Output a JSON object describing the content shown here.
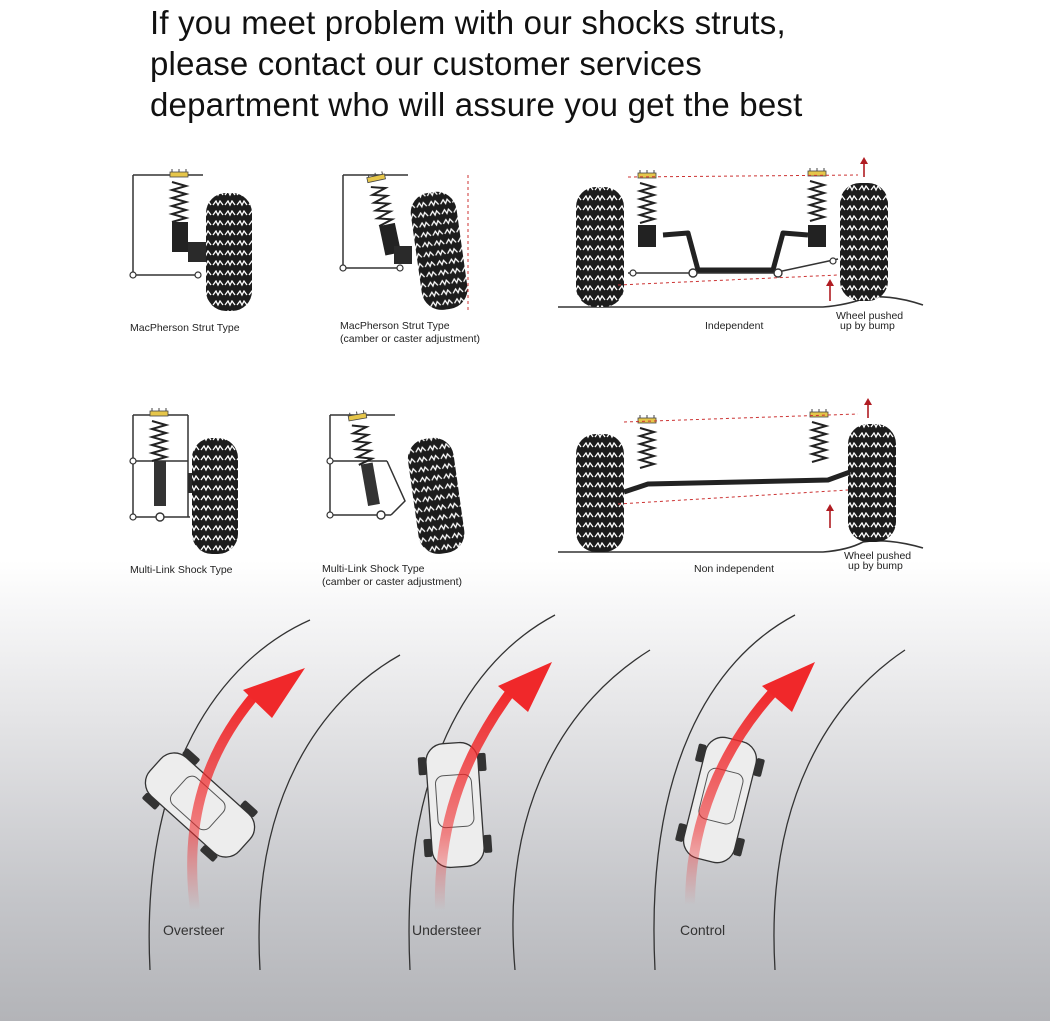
{
  "headline": {
    "lines": [
      "If you meet problem with our shocks struts,",
      "please contact our customer services",
      "department who will assure you get the best"
    ]
  },
  "suspension": {
    "macpherson": "MacPherson Strut Type",
    "macpherson_adj_1": "MacPherson Strut Type",
    "macpherson_adj_2": "(camber or caster adjustment)",
    "independent": "Independent",
    "bump_top_1": "Wheel pushed",
    "bump_top_2": "up by bump",
    "multilink": "Multi-Link Shock Type",
    "multilink_adj_1": "Multi-Link Shock Type",
    "multilink_adj_2": "(camber or caster adjustment)",
    "non_independent": "Non independent",
    "bump_bottom_1": "Wheel pushed",
    "bump_bottom_2": "up by bump"
  },
  "steering": {
    "oversteer": "Oversteer",
    "understeer": "Understeer",
    "control": "Control"
  },
  "colors": {
    "arrow": "#f0282a",
    "spring_top": "#e6c64a",
    "tire": "#1c1c1c",
    "bump_arrow": "#b01c22"
  }
}
